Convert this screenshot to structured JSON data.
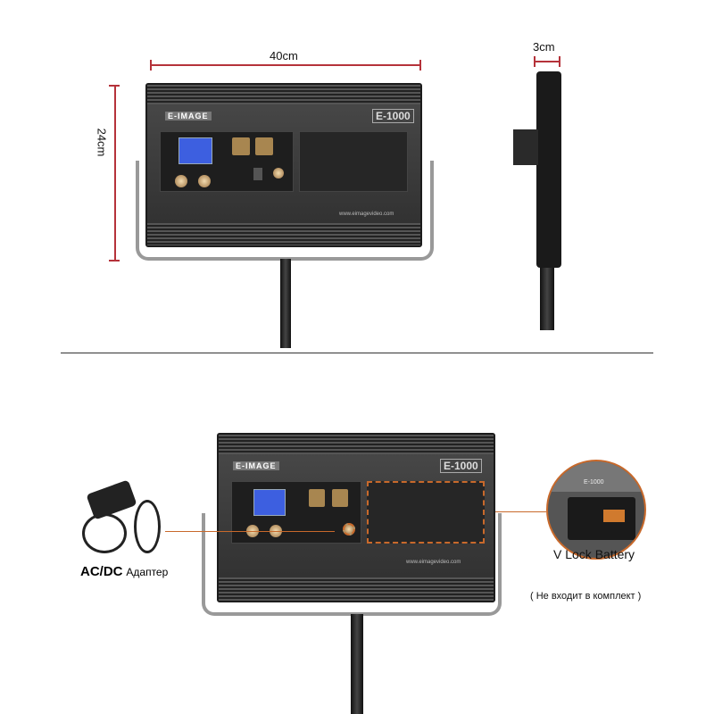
{
  "dimensions": {
    "width_label": "40cm",
    "height_label": "24cm",
    "depth_label": "3cm"
  },
  "product": {
    "brand": "E-IMAGE",
    "model": "E-1000",
    "website": "www.eimagevideo.com"
  },
  "accessories": {
    "adapter_label_main": "AC/DC",
    "adapter_label_sub": "Адаптер",
    "battery_label": "V Lock Battery",
    "battery_note": "( Не входит в комплект )",
    "battery_model": "E-1000"
  },
  "colors": {
    "dimension_line": "#b5323a",
    "callout": "#c8692b"
  }
}
